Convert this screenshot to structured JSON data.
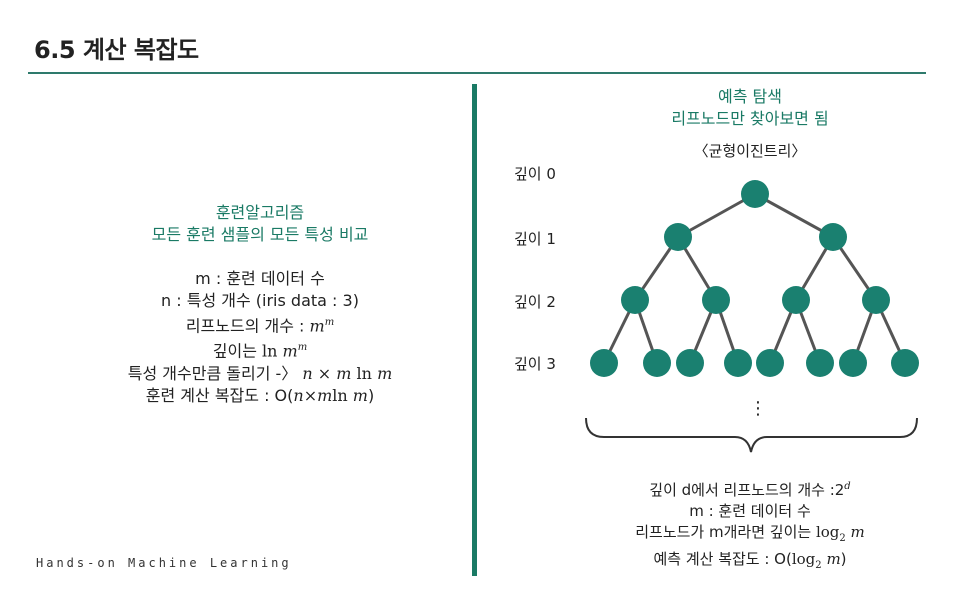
{
  "slide": {
    "title": "6.5 계산 복잡도",
    "footer": "Hands-on Machine Learning"
  },
  "left": {
    "heading_line1": "훈련알고리즘",
    "heading_line2": "모든 훈련 샘플의 모든 특성 비교",
    "line_m": "m : 훈련 데이터 수",
    "line_n": "n : 특성 개수 (iris data : 3)",
    "leaf_label": "리프노드의 개수 : ",
    "leaf_math": "m",
    "leaf_sup": "m",
    "depth_label": "깊이는 ",
    "depth_ln": "ln",
    "depth_math": "m",
    "depth_sup": "m",
    "repeat_label": "특성 개수만큼 돌리기 -〉",
    "repeat_math_n": "n",
    "repeat_times": "×",
    "repeat_math_m": "m",
    "repeat_ln": "ln",
    "repeat_math_m2": "m",
    "complexity_label": "훈련 계산 복잡도 : O(",
    "complexity_n": "n",
    "complexity_times": "×",
    "complexity_m": "m",
    "complexity_ln": "ln",
    "complexity_m2": "m",
    "complexity_close": ")"
  },
  "right": {
    "heading_line1": "예측 탐색",
    "heading_line2": "리프노드만 찾아보면 됨",
    "tree_caption": "〈균형이진트리〉",
    "depth_labels": [
      "깊이 0",
      "깊이 1",
      "깊이 2",
      "깊이 3"
    ],
    "ellipsis": "⋮",
    "leaf_count_label": "깊이 d에서 리프노드의 개수 :2",
    "leaf_count_sup": "d",
    "line_m": "m : 훈련 데이터 수",
    "log_label": "리프노드가 m개라면 깊이는 ",
    "log_fn": "log",
    "log_base": "2",
    "log_arg": "m",
    "pred_label": "예측 계산 복잡도 : O(",
    "pred_fn": "log",
    "pred_base": "2",
    "pred_arg": "m",
    "pred_close": ")"
  },
  "colors": {
    "accent": "#1a7a65",
    "node": "#1a8070",
    "edge": "#555555"
  },
  "icons": [
    "binary-tree-diagram",
    "curly-brace"
  ]
}
